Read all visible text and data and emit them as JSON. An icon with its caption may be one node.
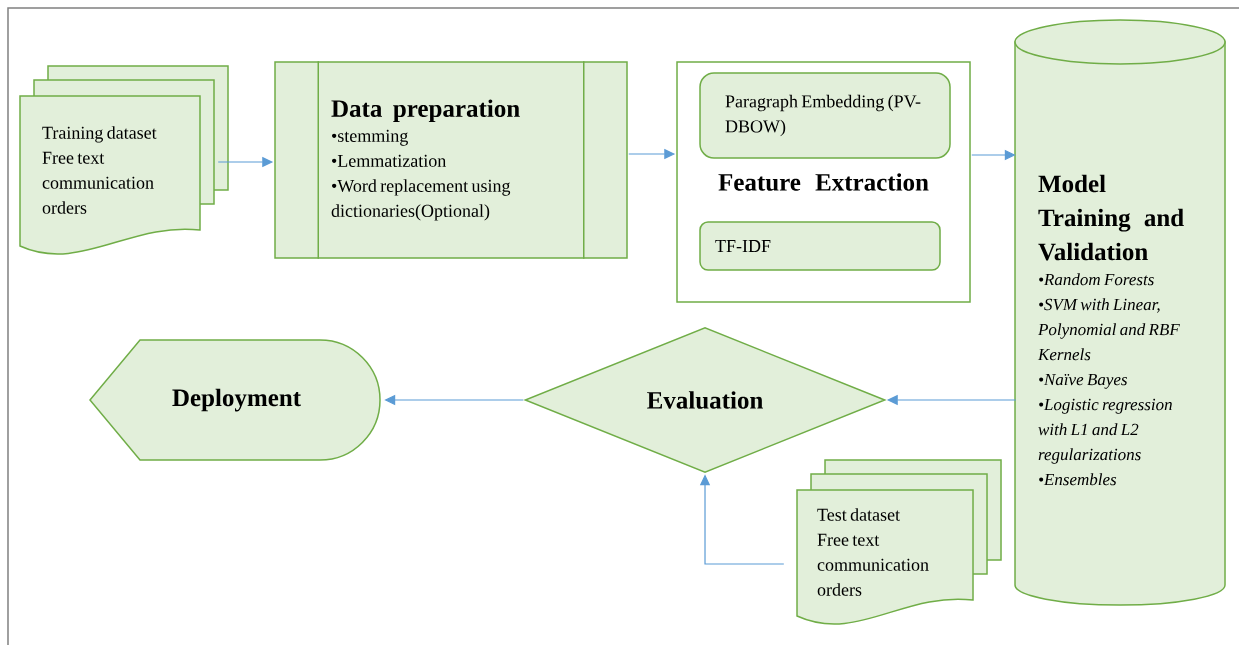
{
  "diagram": {
    "nodes": [
      {
        "text": [
          "Training dataset Free text communication orders"
        ]
      },
      {
        "text": [
          "Data preparation",
          "•stemming",
          "•Lemmatization",
          "•Word replacement using dictionaries(Optional)"
        ]
      },
      {
        "text": [
          "Feature Extraction"
        ]
      },
      {
        "text": [
          "Paragraph Embedding (PV-DBOW)"
        ],
        "in": 2
      },
      {
        "text": [
          "TF-IDF"
        ],
        "in": 2
      },
      {
        "text": [
          "Model Training and Validation",
          "•Random Forests",
          "•SVM with Linear, Polynomial and RBF Kernels",
          "•Naïve Bayes",
          "•Logistic regression with L1 and L2 regularizations",
          "•Ensembles"
        ]
      },
      {
        "text": [
          "Evaluation"
        ]
      },
      {
        "text": [
          "Deployment"
        ]
      },
      {
        "text": [
          "Test dataset Free text communication orders"
        ]
      }
    ],
    "edges": [
      {
        "from": 0,
        "to": 1,
        "arrow": "to"
      },
      {
        "from": 1,
        "to": 2,
        "arrow": "to"
      },
      {
        "from": 2,
        "to": 5,
        "arrow": "to"
      },
      {
        "from": 5,
        "to": 6,
        "arrow": "to"
      },
      {
        "from": 6,
        "to": 7,
        "arrow": "to"
      },
      {
        "from": 8,
        "to": 6,
        "arrow": "to"
      }
    ]
  }
}
